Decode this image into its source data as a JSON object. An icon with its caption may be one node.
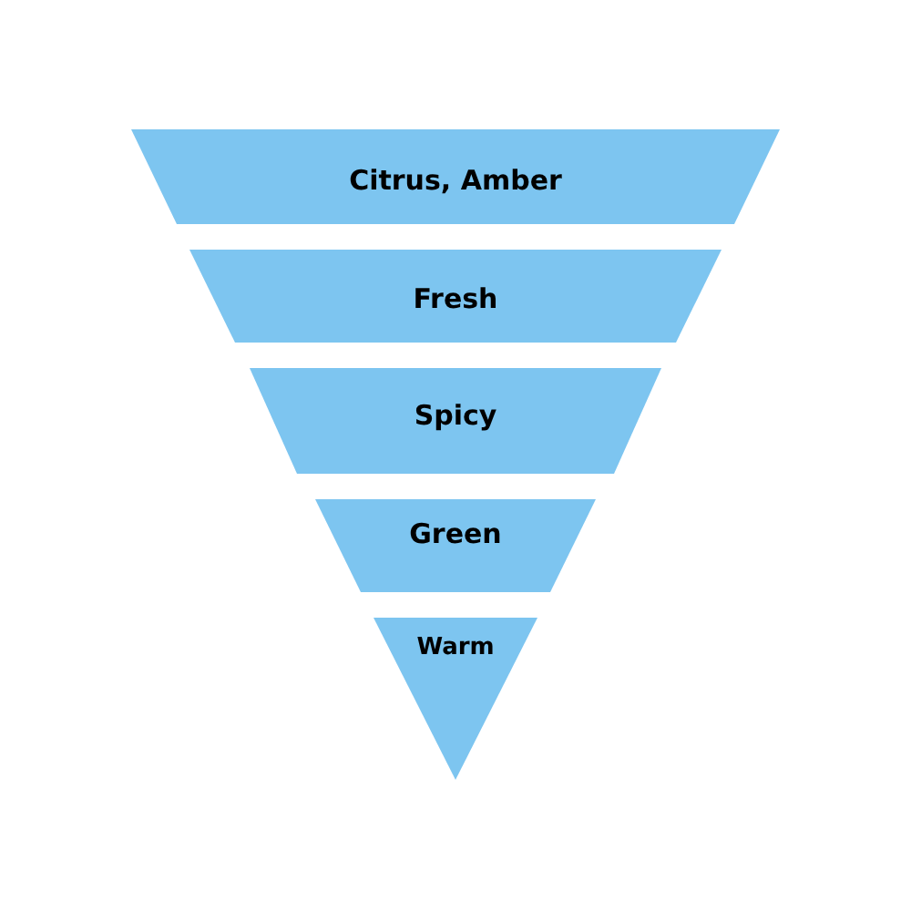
{
  "diagram": {
    "nodes": [
      {
        "text": [
          "Citrus, Amber"
        ]
      },
      {
        "text": [
          "Fresh"
        ]
      },
      {
        "text": [
          "Spicy"
        ]
      },
      {
        "text": [
          "Green"
        ]
      },
      {
        "text": [
          "Warm"
        ]
      }
    ]
  }
}
